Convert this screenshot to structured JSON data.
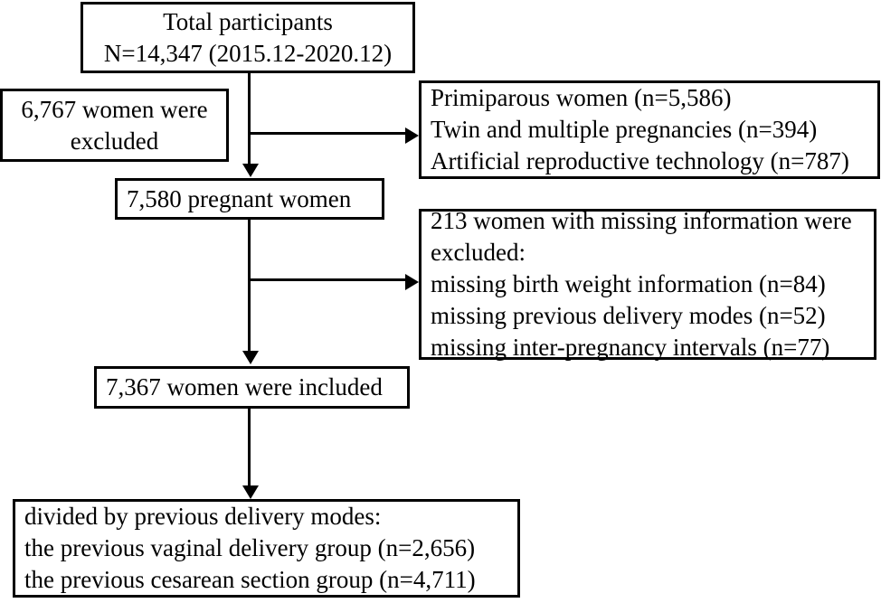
{
  "diagram": {
    "type": "flowchart",
    "title": "Participant selection flow diagram",
    "accent_color": "#000000",
    "background_color": "#ffffff",
    "nodes": {
      "total_participants": {
        "name": "total-participants-box",
        "lines": [
          "Total participants",
          "N=14,347 (2015.12-2020.12)"
        ]
      },
      "women_excluded": {
        "name": "women-excluded-box",
        "lines": [
          "6,767 women were",
          "excluded"
        ]
      },
      "exclusion_reasons": {
        "name": "exclusion-reasons-box",
        "lines": [
          "Primiparous women (n=5,586)",
          "Twin and multiple pregnancies (n=394)",
          "Artificial reproductive technology (n=787)"
        ]
      },
      "pregnant_women": {
        "name": "pregnant-women-box",
        "lines": [
          "7,580 pregnant women"
        ]
      },
      "missing_information": {
        "name": "missing-information-box",
        "lines": [
          "213 women with missing information were",
          "excluded:",
          "missing birth weight information (n=84)",
          "missing previous delivery modes (n=52)",
          "missing inter-pregnancy intervals (n=77)"
        ]
      },
      "women_included": {
        "name": "women-included-box",
        "lines": [
          "7,367 women were included"
        ]
      },
      "divided_groups": {
        "name": "divided-groups-box",
        "lines": [
          "divided by previous delivery modes:",
          "the previous vaginal delivery group (n=2,656)",
          "the previous cesarean section group (n=4,711)"
        ]
      }
    },
    "edges": [
      {
        "from": "total_participants",
        "to": "pregnant_women",
        "style": "arrow-down"
      },
      {
        "from": "total_participants",
        "to": "exclusion_reasons",
        "style": "arrow-right"
      },
      {
        "from": "pregnant_women",
        "to": "women_included",
        "style": "arrow-down"
      },
      {
        "from": "pregnant_women",
        "to": "missing_information",
        "style": "arrow-right"
      },
      {
        "from": "women_included",
        "to": "divided_groups",
        "style": "arrow-down"
      }
    ]
  }
}
